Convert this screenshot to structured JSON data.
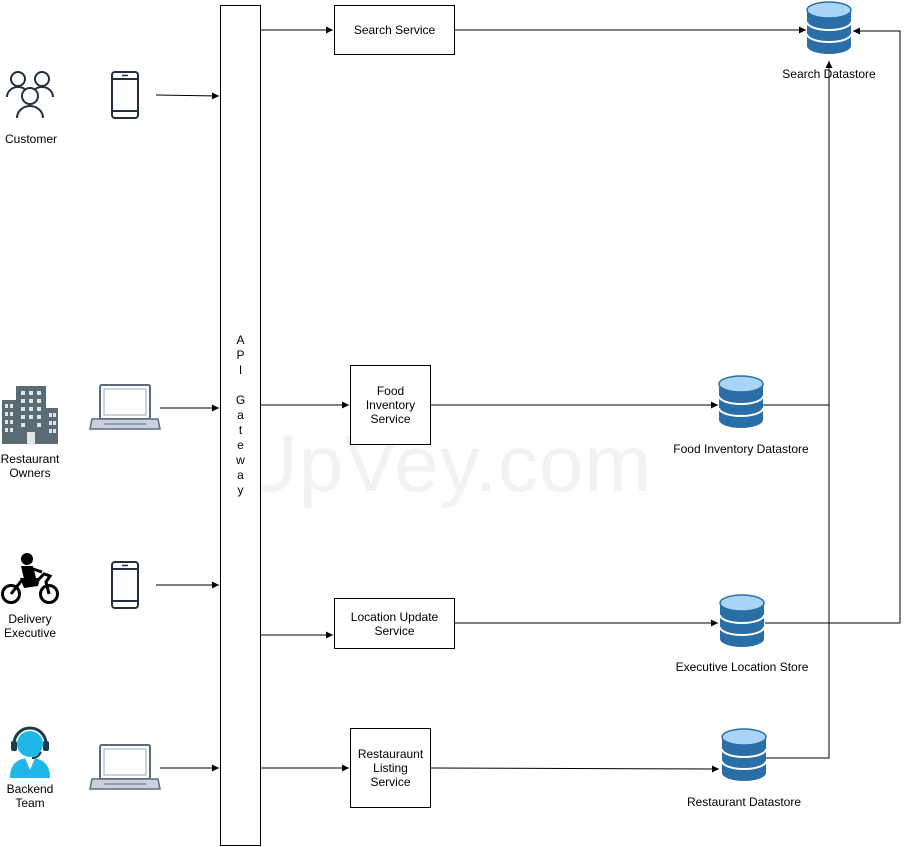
{
  "actors": [
    {
      "id": "customer",
      "label": "Customer",
      "device": "mobile"
    },
    {
      "id": "restaurant-owners",
      "label": "Restaurant\nOwners",
      "device": "laptop"
    },
    {
      "id": "delivery-executive",
      "label": "Delivery\nExecutive",
      "device": "mobile"
    },
    {
      "id": "backend-team",
      "label": "Backend\nTeam",
      "device": "laptop"
    }
  ],
  "gateway": {
    "letters": [
      "A",
      "P",
      "I",
      "",
      "G",
      "a",
      "t",
      "e",
      "w",
      "a",
      "y"
    ]
  },
  "services": {
    "search": "Search Service",
    "food_inventory": "Food\nInventory\nService",
    "location_update": "Location Update\nService",
    "restaurant_listing": "Restauraunt\nListing\nService"
  },
  "datastores": {
    "search": "Search Datastore",
    "food_inventory": "Food Inventory Datastore",
    "executive_location": "Executive Location Store",
    "restaurant": "Restaurant Datastore"
  },
  "watermark": "UpVey.com",
  "colors": {
    "line": "#000000",
    "icon_dark": "#232f3e",
    "building": "#5a6b73",
    "db_light": "#a9d4f5",
    "db_mid": "#3f8fcf",
    "db_dark": "#2a6ea8",
    "person_cyan": "#1fb7e8"
  }
}
